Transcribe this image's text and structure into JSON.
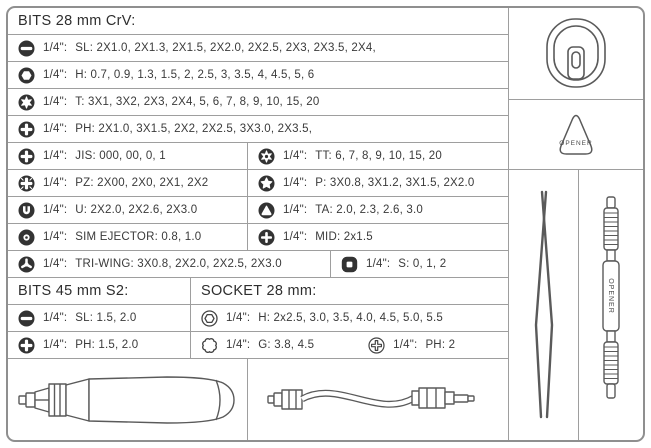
{
  "colors": {
    "line": "#9e9e9e",
    "ink": "#3a3a3a",
    "icon_fill": "#333333",
    "drawing_stroke": "#5a5a5a"
  },
  "bits28": {
    "title": "BITS 28 mm CrV:",
    "rows": [
      {
        "icon": "slotted-bit-icon",
        "size": "1/4\":",
        "spec": "SL: 2X1.0, 2X1.3, 2X1.5, 2X2.0, 2X2.5, 2X3, 2X3.5, 2X4,"
      },
      {
        "icon": "hex-bit-icon",
        "size": "1/4\":",
        "spec": "H: 0.7, 0.9, 1.3, 1.5, 2, 2.5, 3, 3.5, 4, 4.5, 5, 6"
      },
      {
        "icon": "torx-bit-icon",
        "size": "1/4\":",
        "spec": "T: 3X1, 3X2, 2X3, 2X4, 5, 6, 7, 8, 9, 10, 15, 20"
      },
      {
        "icon": "phillips-bit-icon",
        "size": "1/4\":",
        "spec": "PH: 2X1.0, 3X1.5, 2X2, 2X2.5, 3X3.0, 2X3.5,"
      },
      {
        "icon": "jis-bit-icon",
        "size": "1/4\":",
        "spec": "JIS: 000, 00, 0, 1"
      },
      {
        "icon": "torx-tamper-bit-icon",
        "size": "1/4\":",
        "spec": "TT: 6, 7, 8, 9, 10, 15, 20"
      },
      {
        "icon": "pozidriv-bit-icon",
        "size": "1/4\":",
        "spec": "PZ: 2X00, 2X0, 2X1, 2X2"
      },
      {
        "icon": "penta-bit-icon",
        "size": "1/4\":",
        "spec": "P: 3X0.8, 3X1.2, 3X1.5, 2X2.0"
      },
      {
        "icon": "u-fork-bit-icon",
        "size": "1/4\":",
        "spec": "U: 2X2.0, 2X2.6, 2X3.0"
      },
      {
        "icon": "triangle-bit-icon",
        "size": "1/4\":",
        "spec": "TA: 2.0, 2.3, 2.6, 3.0"
      },
      {
        "icon": "sim-ejector-bit-icon",
        "size": "1/4\":",
        "spec": "SIM EJECTOR: 0.8, 1.0"
      },
      {
        "icon": "mid-bit-icon",
        "size": "1/4\":",
        "spec": "MID: 2x1.5"
      },
      {
        "icon": "tri-wing-bit-icon",
        "size": "1/4\":",
        "spec": "TRI-WING: 3X0.8, 2X2.0, 2X2.5, 2X3.0"
      },
      {
        "icon": "square-bit-icon",
        "size": "1/4\":",
        "spec": "S: 0, 1, 2"
      }
    ]
  },
  "bits45": {
    "title": "BITS 45 mm S2:",
    "rows": [
      {
        "icon": "slotted-bit-icon",
        "size": "1/4\":",
        "spec": "SL: 1.5, 2.0"
      },
      {
        "icon": "phillips-bit-icon",
        "size": "1/4\":",
        "spec": "PH: 1.5, 2.0"
      }
    ]
  },
  "socket28": {
    "title": "SOCKET 28 mm:",
    "rows": [
      {
        "icon": "hex-socket-icon",
        "size": "1/4\":",
        "spec": "H: 2x2.5, 3.0, 3.5, 4.0, 4.5, 5.0, 5.5"
      },
      {
        "icon": "g-socket-icon",
        "size": "1/4\":",
        "spec": "G: 3.8, 4.5"
      },
      {
        "icon": "phillips-socket-icon",
        "size": "1/4\":",
        "spec": "PH: 2"
      }
    ]
  },
  "accessories": {
    "opener_pick_label": "OPENER",
    "opener_tool_label": "OPENER"
  }
}
